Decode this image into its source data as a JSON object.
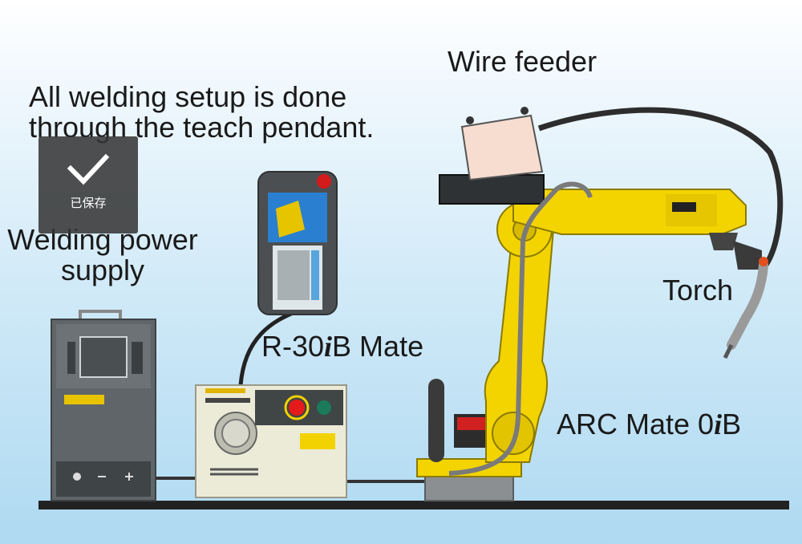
{
  "labels": {
    "intro_line1": "All welding setup is done",
    "intro_line2": "through the teach pendant.",
    "wire_feeder": "Wire feeder",
    "power_supply_line1": "Welding power",
    "power_supply_line2": "supply",
    "controller_prefix": "R-30",
    "controller_italic": "i",
    "controller_suffix": "B Mate",
    "torch": "Torch",
    "robot_prefix": "ARC Mate 0",
    "robot_italic": "i",
    "robot_suffix": "B"
  },
  "overlay": {
    "saved_text": "已保存",
    "icon": "checkmark-icon"
  },
  "colors": {
    "robot_yellow": "#f3d400",
    "cable_gray": "#8a8a8a",
    "floor": "#222222",
    "panel_gray": "#5e6467",
    "controller_beige": "#ecebd8"
  }
}
